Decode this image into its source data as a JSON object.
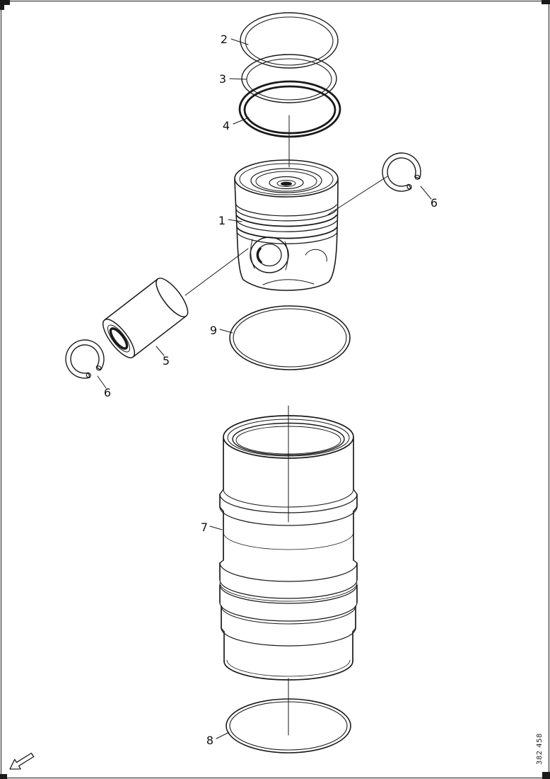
{
  "figure": {
    "id": "382 458"
  },
  "callouts": [
    {
      "label": "2"
    },
    {
      "label": "3"
    },
    {
      "label": "4"
    },
    {
      "label": "1"
    },
    {
      "label": "6"
    },
    {
      "label": "5"
    },
    {
      "label": "6"
    },
    {
      "label": "9"
    },
    {
      "label": "7"
    },
    {
      "label": "8"
    }
  ],
  "icons": {
    "direction_arrow": "arrow-lower-left-icon"
  },
  "colors": {
    "line": "#1a1a1a",
    "background": "#ffffff"
  }
}
